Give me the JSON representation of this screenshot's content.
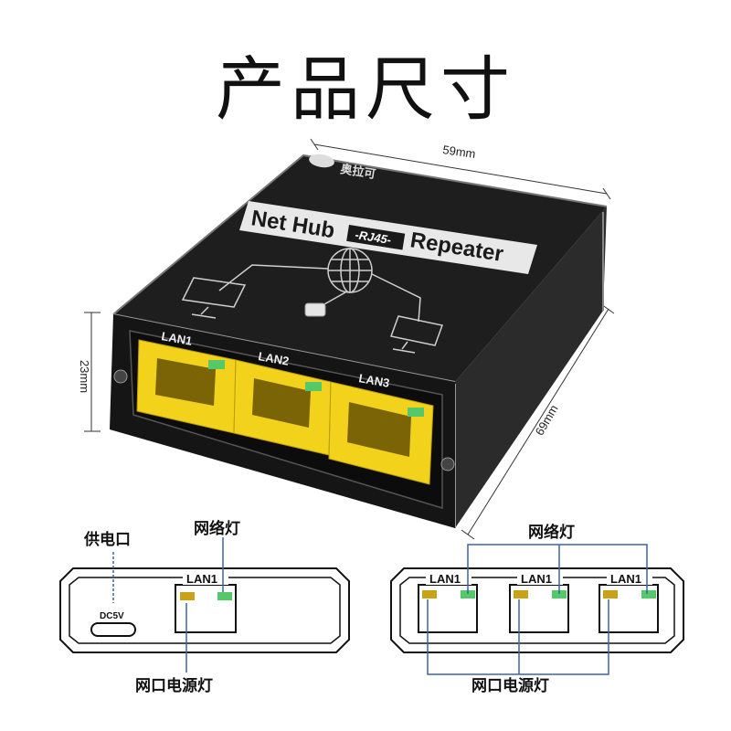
{
  "title": "产品尺寸",
  "dimensions": {
    "width": "59mm",
    "height": "23mm",
    "depth": "69mm"
  },
  "device": {
    "brand": "奥拉可",
    "label_left": "Net Hub",
    "label_tag": "-RJ45-",
    "label_right": "Repeater",
    "ports": [
      "LAN1",
      "LAN2",
      "LAN3"
    ]
  },
  "diagram_left": {
    "power_label": "供电口",
    "power_port_text": "DC5V",
    "network_light_label": "网络灯",
    "port_label": "LAN1",
    "power_light_label": "网口电源灯"
  },
  "diagram_right": {
    "network_light_label": "网络灯",
    "port_labels": [
      "LAN1",
      "LAN1",
      "LAN1"
    ],
    "power_light_label": "网口电源灯"
  },
  "colors": {
    "body": "#1b1b1b",
    "rj45": "#f2d21a",
    "led_green": "#55c86a",
    "led_amber": "#c9a21a",
    "callout_line": "#3a64a8"
  }
}
